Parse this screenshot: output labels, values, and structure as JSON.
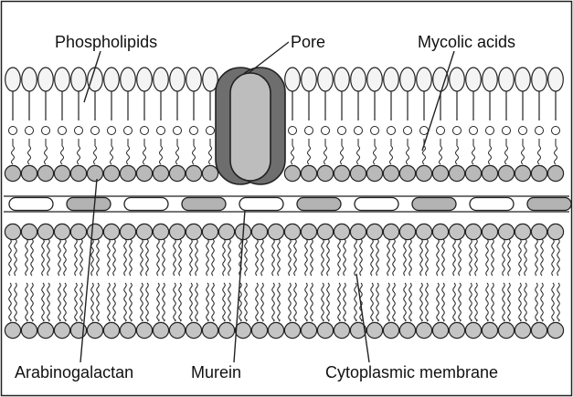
{
  "diagram": {
    "labels": {
      "phospholipids": "Phospholipids",
      "pore": "Pore",
      "mycolic_acids": "Mycolic acids",
      "arabinogalactan": "Arabinogalactan",
      "murein": "Murein",
      "cytoplasmic_membrane": "Cytoplasmic membrane"
    },
    "colors": {
      "outline": "#222222",
      "phospholipid_head": "#f4f4f4",
      "arabinogalactan_head": "#b9b9b9",
      "membrane_head": "#c4c4c4",
      "murein_light": "#ffffff",
      "murein_gray": "#b3b3b3",
      "pore_dark": "#6e6e6e",
      "pore_light": "#bdbdbd"
    }
  }
}
